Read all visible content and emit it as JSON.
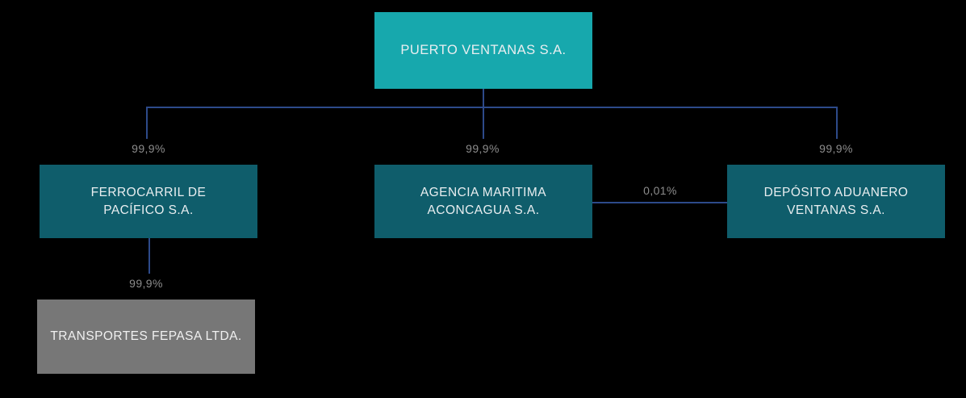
{
  "diagram": {
    "title": "Puerto Ventanas S.A. corporate structure",
    "background_color": "#000000",
    "connector_color": "#2d4a8a",
    "percent_label_color": "#8c8c8c"
  },
  "nodes": {
    "root": {
      "label": "PUERTO VENTANAS S.A.",
      "color": "#17a8ad",
      "level": 1
    },
    "ferrocarril": {
      "label": "FERROCARRIL DE\nPACÍFICO S.A.",
      "color": "#0f5d6b",
      "level": 2
    },
    "agencia": {
      "label": "AGENCIA MARITIMA\nACONCAGUA S.A.",
      "color": "#0f5d6b",
      "level": 2
    },
    "deposito": {
      "label": "DEPÓSITO ADUANERO\nVENTANAS S.A.",
      "color": "#0f5d6b",
      "level": 2
    },
    "fepasa": {
      "label": "TRANSPORTES FEPASA LTDA.",
      "color": "#777777",
      "level": 3
    }
  },
  "ownership": {
    "root_to_ferrocarril": "99,9%",
    "root_to_agencia": "99,9%",
    "root_to_deposito": "99,9%",
    "ferrocarril_to_fepasa": "99,9%",
    "agencia_to_deposito": "0,01%"
  }
}
